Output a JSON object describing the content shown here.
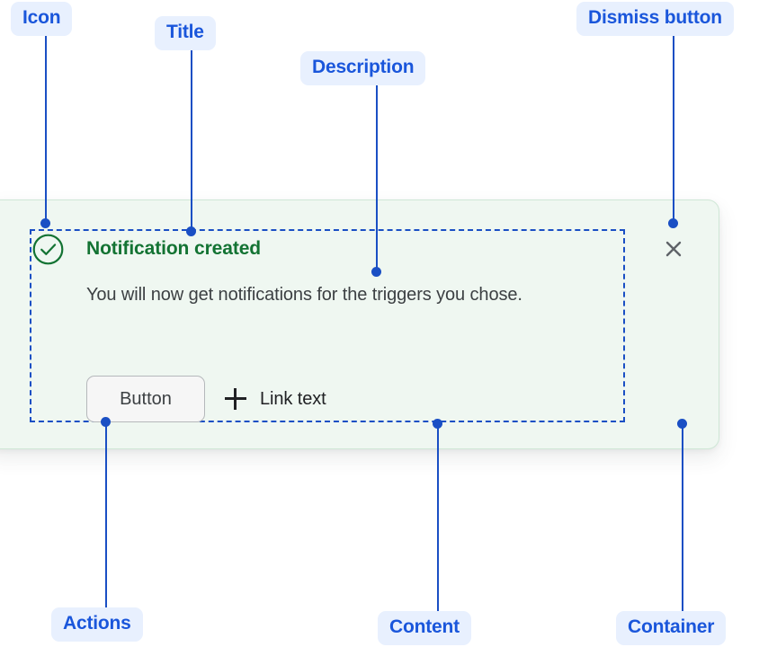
{
  "annotations": [
    {
      "id": "icon",
      "label": "Icon"
    },
    {
      "id": "title",
      "label": "Title"
    },
    {
      "id": "description",
      "label": "Description"
    },
    {
      "id": "dismiss_button",
      "label": "Dismiss button"
    },
    {
      "id": "actions",
      "label": "Actions"
    },
    {
      "id": "content",
      "label": "Content"
    },
    {
      "id": "container",
      "label": "Container"
    }
  ],
  "notification": {
    "status_icon": "check-circle-icon",
    "title": "Notification created",
    "description": "You will now get notifications for the triggers you chose.",
    "actions": {
      "button_label": "Button",
      "link_icon": "plus-icon",
      "link_label": "Link text"
    },
    "dismiss_icon": "close-icon"
  },
  "colors": {
    "annotation_text": "#1a56db",
    "annotation_background": "#e8f0fe",
    "annotation_line": "#1a4fc4",
    "card_background": "#eff7f1",
    "card_border": "#cfe7d6",
    "success_green": "#137333",
    "body_text": "#3c4043",
    "link_text": "#202124",
    "button_background": "#f6f6f6",
    "button_border": "#b5b8bb",
    "dismiss_icon": "#5f6368"
  }
}
